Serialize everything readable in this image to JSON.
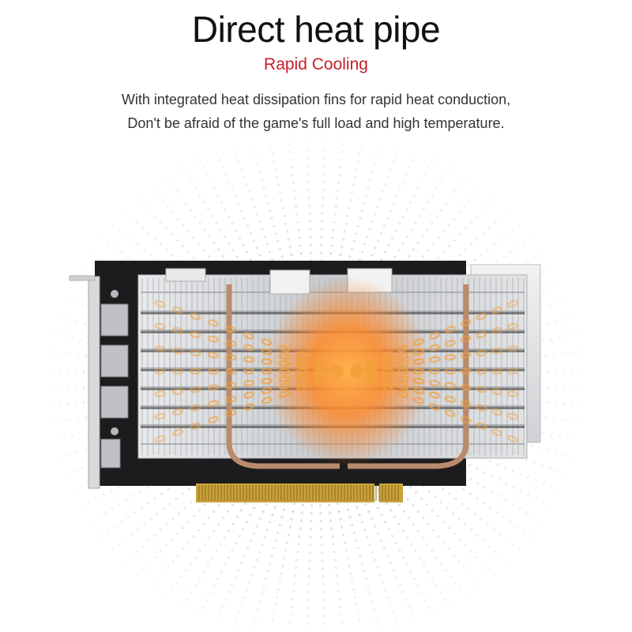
{
  "header": {
    "title": "Direct heat pipe",
    "subtitle": "Rapid Cooling",
    "description": [
      "With integrated heat dissipation fins for rapid heat conduction,",
      "Don't be afraid of the game's full load and high temperature."
    ]
  },
  "colors": {
    "accent": "#c8202a",
    "heat": "#ff7a1a",
    "pcb": "#1c1c1e",
    "heatsink": "#d7d9dc",
    "gold_contacts": "#c9a23a"
  },
  "product": {
    "image": "graphics-card-heatsink"
  }
}
